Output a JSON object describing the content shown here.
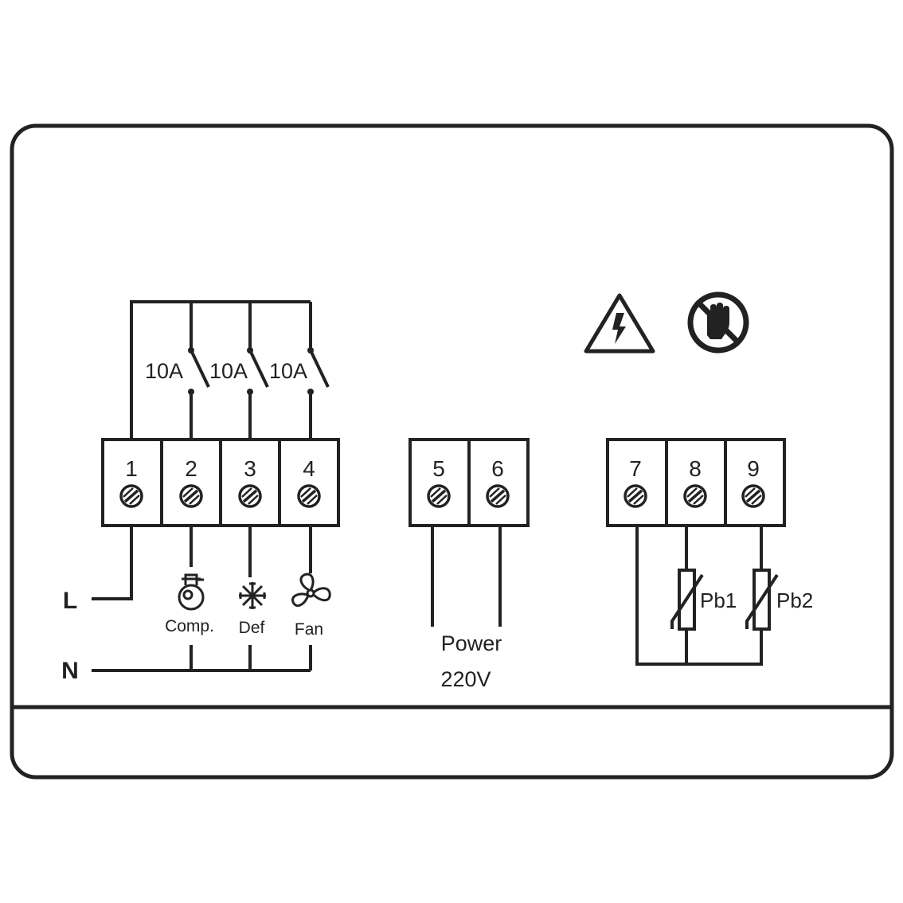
{
  "relays": {
    "rating_1": "10A",
    "rating_2": "10A",
    "rating_3": "10A"
  },
  "terminals": {
    "t1": "1",
    "t2": "2",
    "t3": "3",
    "t4": "4",
    "t5": "5",
    "t6": "6",
    "t7": "7",
    "t8": "8",
    "t9": "9"
  },
  "supply": {
    "line_label": "L",
    "neutral_label": "N"
  },
  "loads": {
    "compressor": "Comp.",
    "defrost": "Def",
    "fan": "Fan"
  },
  "power": {
    "label": "Power",
    "voltage": "220V"
  },
  "probes": {
    "probe1": "Pb1",
    "probe2": "Pb2"
  },
  "icons": [
    "high-voltage-warning-icon",
    "no-touch-icon",
    "compressor-icon",
    "snowflake-icon",
    "fan-icon",
    "screw-icon"
  ],
  "colors": {
    "ink": "#222222",
    "background": "#ffffff"
  }
}
